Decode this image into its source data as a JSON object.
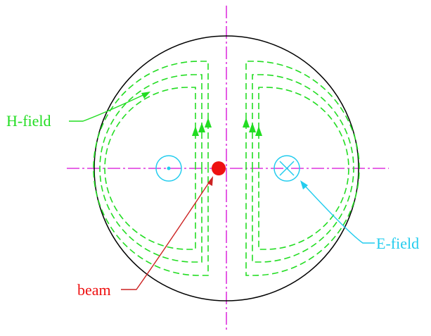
{
  "labels": {
    "h_field": "H-field",
    "e_field": "E-field",
    "beam": "beam"
  },
  "colors": {
    "background": "#ffffff",
    "outline": "#000000",
    "h_field": "#22dd22",
    "e_field": "#22ccee",
    "beam": "#ee1111",
    "axes": "#dd33dd"
  },
  "symbols": {
    "left_e_field": "dot-in-circle",
    "right_e_field": "cross-in-circle"
  }
}
